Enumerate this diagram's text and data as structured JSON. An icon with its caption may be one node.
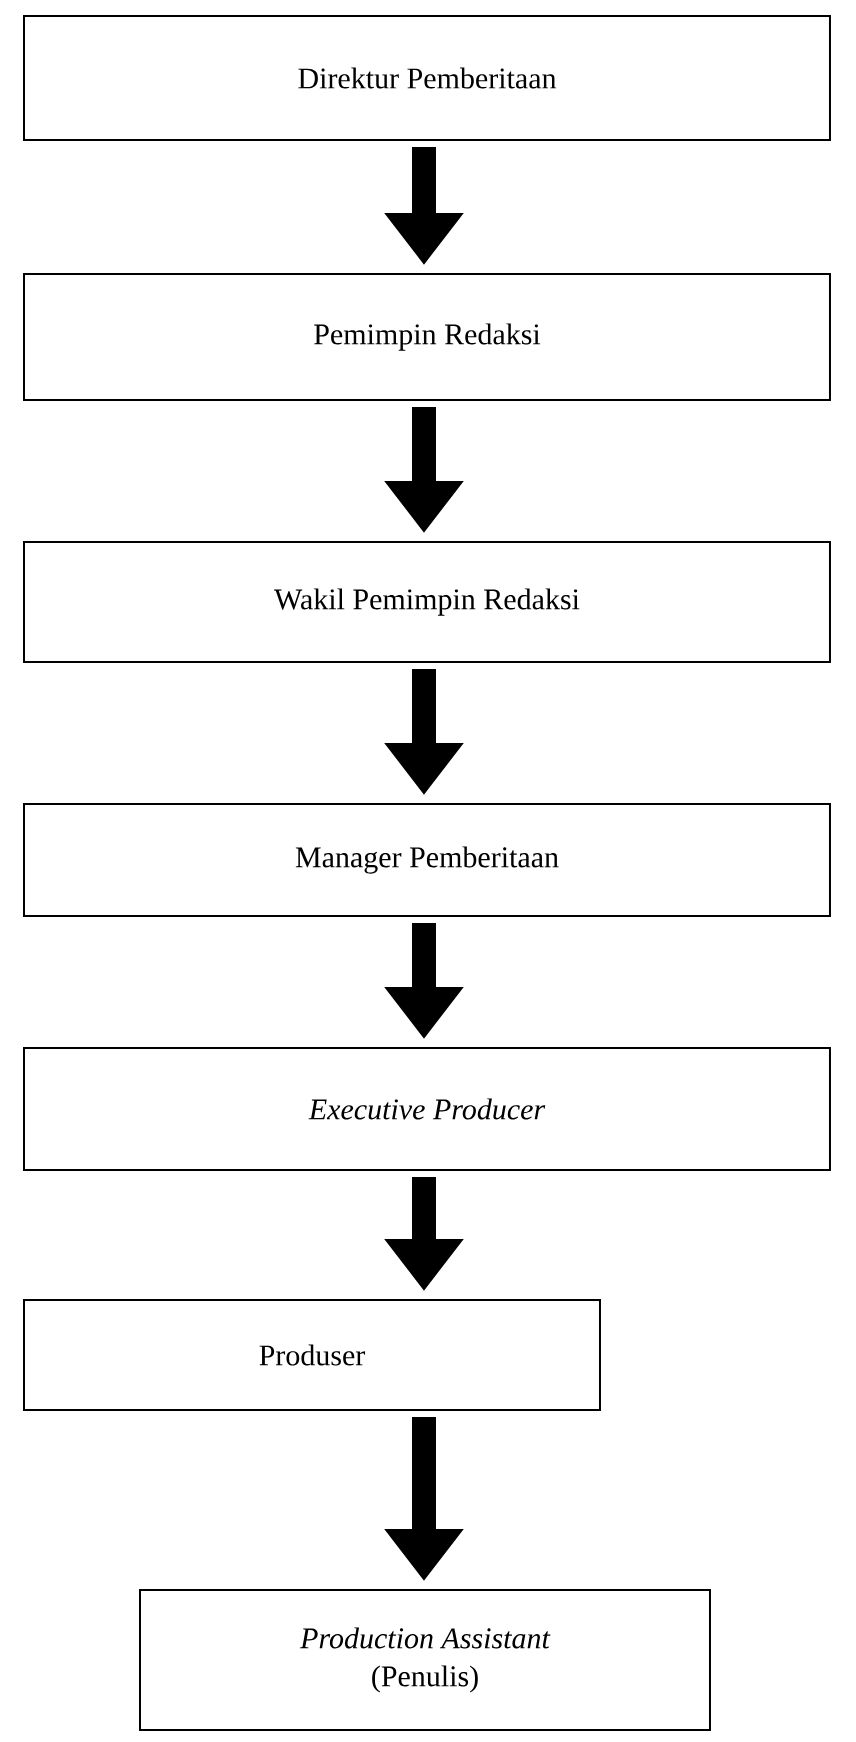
{
  "diagram": {
    "nodes": [
      {
        "text": [
          "Direktur Pemberitaan"
        ]
      },
      {
        "text": [
          "Pemimpin Redaksi"
        ]
      },
      {
        "text": [
          "Wakil Pemimpin Redaksi"
        ]
      },
      {
        "text": [
          "Manager Pemberitaan"
        ]
      },
      {
        "text": [
          "Executive Producer"
        ]
      },
      {
        "text": [
          "Produser"
        ]
      },
      {
        "text": [
          "Production Assistant",
          "(Penulis)"
        ]
      }
    ],
    "edges": [
      {
        "from": 0,
        "to": 1,
        "arrow": "to"
      },
      {
        "from": 1,
        "to": 2,
        "arrow": "to"
      },
      {
        "from": 2,
        "to": 3,
        "arrow": "to"
      },
      {
        "from": 3,
        "to": 4,
        "arrow": "to"
      },
      {
        "from": 4,
        "to": 5,
        "arrow": "to"
      },
      {
        "from": 5,
        "to": 6,
        "arrow": "to"
      }
    ]
  }
}
